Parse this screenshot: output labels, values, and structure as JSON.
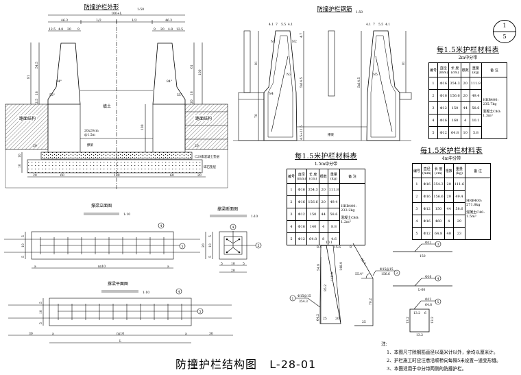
{
  "drawing_title": "防撞护栏结构图",
  "drawing_number": "L-28-01",
  "sheet": {
    "current": "1",
    "total": "5"
  },
  "outline_view": {
    "title": "防撞护栏外形",
    "scale": "1:50",
    "dims_top": {
      "total": "100+L",
      "left": "46.3",
      "half_l1": "L/2",
      "half_l2": "L/2",
      "right": "46.3"
    },
    "dims_top2_left": [
      "12.5",
      "4.8",
      "20",
      "9"
    ],
    "dims_top2_right": [
      "9",
      "20",
      "4.8",
      "12.5"
    ],
    "dims_height_left": [
      "81",
      "54.5",
      "18",
      "2.5"
    ],
    "dims_height_right": [
      "100",
      "61",
      "18",
      "20"
    ],
    "angle_upper": "84°",
    "angle_lower": "55°",
    "fill_label": "填土",
    "road_structure": "路面结构",
    "strut_label": "撑梁",
    "strut_note_1": "20x20cm",
    "strut_note_2": "@1.5m",
    "strut_height": "100",
    "c20_layer": "C20素混凝土垫层",
    "gravel_layer": "碎石垫层",
    "dims_left_layer": [
      "10",
      "10"
    ],
    "dims_bottom": [
      "20",
      "60",
      "100",
      "60",
      "20"
    ],
    "dims_side": "20"
  },
  "rebar_view": {
    "title": "防撞护栏钢筋",
    "scale": "1:50",
    "top_spacing": [
      "4.1",
      "7",
      "5.5",
      "4.1"
    ],
    "labels": [
      "N1",
      "N2",
      "N3",
      "N4",
      "N5"
    ],
    "dim_81": "81",
    "dim_70": "70",
    "dim_top": "4.7",
    "dim_height": "5x14.5",
    "dim_bottom": "4.5+11.5",
    "strut_label": "撑梁"
  },
  "strut_elevation": {
    "title": "撑梁立面图",
    "scale": "1:10",
    "dims": [
      "5",
      "10",
      "5"
    ],
    "bottom": [
      "a",
      "nx10",
      "a"
    ],
    "marks": [
      "4",
      "5"
    ]
  },
  "strut_section": {
    "title": "撑梁断面图",
    "scale": "1:10",
    "dims_v": [
      "5",
      "10",
      "5"
    ],
    "height": "20",
    "dims_h": [
      "5",
      "10",
      "5"
    ],
    "width": "20",
    "marks": [
      "4",
      "5"
    ]
  },
  "strut_plan": {
    "title": "撑梁平面图",
    "scale": "1:10",
    "dims": [
      "5",
      "10",
      "5"
    ],
    "bottom": [
      "30",
      "a",
      "nx10",
      "a",
      "30"
    ],
    "total": "L",
    "marks": [
      "4",
      "5"
    ]
  },
  "rebar_shapes": {
    "n1": {
      "mark": "1",
      "spec": "Φ15@15",
      "length": "354.3",
      "d_top": "10.1",
      "d_tl": "8.4",
      "d_tr": "15.6",
      "d_left": "54.8",
      "d_right": "148.9",
      "d_inner1": "85.2",
      "d_inner2": "148.9",
      "d_bl": "64.2",
      "d_b1": "25",
      "d_b2": "20"
    },
    "n2": {
      "mark": "2",
      "spec": "Φ15@15",
      "length": "156.6",
      "d_top": "8",
      "d_slope": "62.4",
      "angle": "55.4°",
      "d_vert": "70.2",
      "d_bottom": "25"
    },
    "n3": {
      "mark": "3",
      "spec": "Φ12",
      "length": "150"
    },
    "n4": {
      "mark": "4",
      "spec": "Φ16",
      "length": "L-60"
    },
    "n5": {
      "mark": "5",
      "spec": "Φ12",
      "length": "64.8",
      "sides": [
        "13.2",
        "13.2",
        "13.2",
        "13.2"
      ],
      "hook": "6"
    }
  },
  "material_tables": [
    {
      "title": "每1.5米护栏材料表",
      "subtitle": "2m中分带",
      "headers": [
        "编号",
        "直径\n(mm)",
        "长 度\n(cm)",
        "根数",
        "重量\n(kg)",
        "备 注"
      ],
      "rows": [
        [
          "1",
          "Φ16",
          "354.3",
          "20",
          "111.8"
        ],
        [
          "2",
          "Φ16",
          "156.6",
          "20",
          "49.4"
        ],
        [
          "3",
          "Φ12",
          "150",
          "44",
          "58.6"
        ],
        [
          "4",
          "Φ16",
          "160",
          "4",
          "10.1"
        ],
        [
          "5",
          "Φ12",
          "64.8",
          "10",
          "5.8"
        ]
      ],
      "remark_1": "HRB400:\n235.7kg",
      "remark_2": "混凝土C40:\n1.3m³"
    },
    {
      "title": "每1.5米护栏材料表",
      "subtitle": "1.5m中分带",
      "headers": [
        "编号",
        "直径\n(mm)",
        "长 度\n(cm)",
        "根数",
        "重量\n(kg)",
        "备 注"
      ],
      "rows": [
        [
          "1",
          "Φ16",
          "354.3",
          "20",
          "111.8"
        ],
        [
          "2",
          "Φ16",
          "156.6",
          "20",
          "49.4"
        ],
        [
          "3",
          "Φ12",
          "150",
          "44",
          "58.6"
        ],
        [
          "4",
          "Φ16",
          "140",
          "4",
          "8.8"
        ],
        [
          "5",
          "Φ12",
          "64.8",
          "8",
          "4.6"
        ]
      ],
      "remark_1": "HRB400:\n233.2kg",
      "remark_2": "混凝土C40:\n1.2m³"
    },
    {
      "title": "每1.5米护栏材料表",
      "subtitle": "4m中分带",
      "headers": [
        "编号",
        "直径\n(mm)",
        "长 度\n(cm)",
        "根数",
        "重量\n(kg)",
        "备 注"
      ],
      "rows": [
        [
          "1",
          "Φ16",
          "354.3",
          "20",
          "111.6"
        ],
        [
          "2",
          "Φ16",
          "156.6",
          "20",
          "49.4"
        ],
        [
          "3",
          "Φ12",
          "150",
          "44",
          "58.6"
        ],
        [
          "4",
          "Φ16",
          "460",
          "4",
          "29"
        ],
        [
          "5",
          "Φ12",
          "64.8",
          "40",
          "23"
        ]
      ],
      "remark_1": "HRB400:\n271.8kg",
      "remark_2": "混凝土C40:\n1.5m³"
    }
  ],
  "notes": {
    "heading": "注:",
    "items": [
      "1、本图尺寸除钢筋直径以毫米计以外，余均以厘米计。",
      "2、护栏施工时应注意沿顺桥向每隔5米设置一道变形缝。",
      "3、本图适用于中分带两侧的防撞护栏。"
    ]
  }
}
